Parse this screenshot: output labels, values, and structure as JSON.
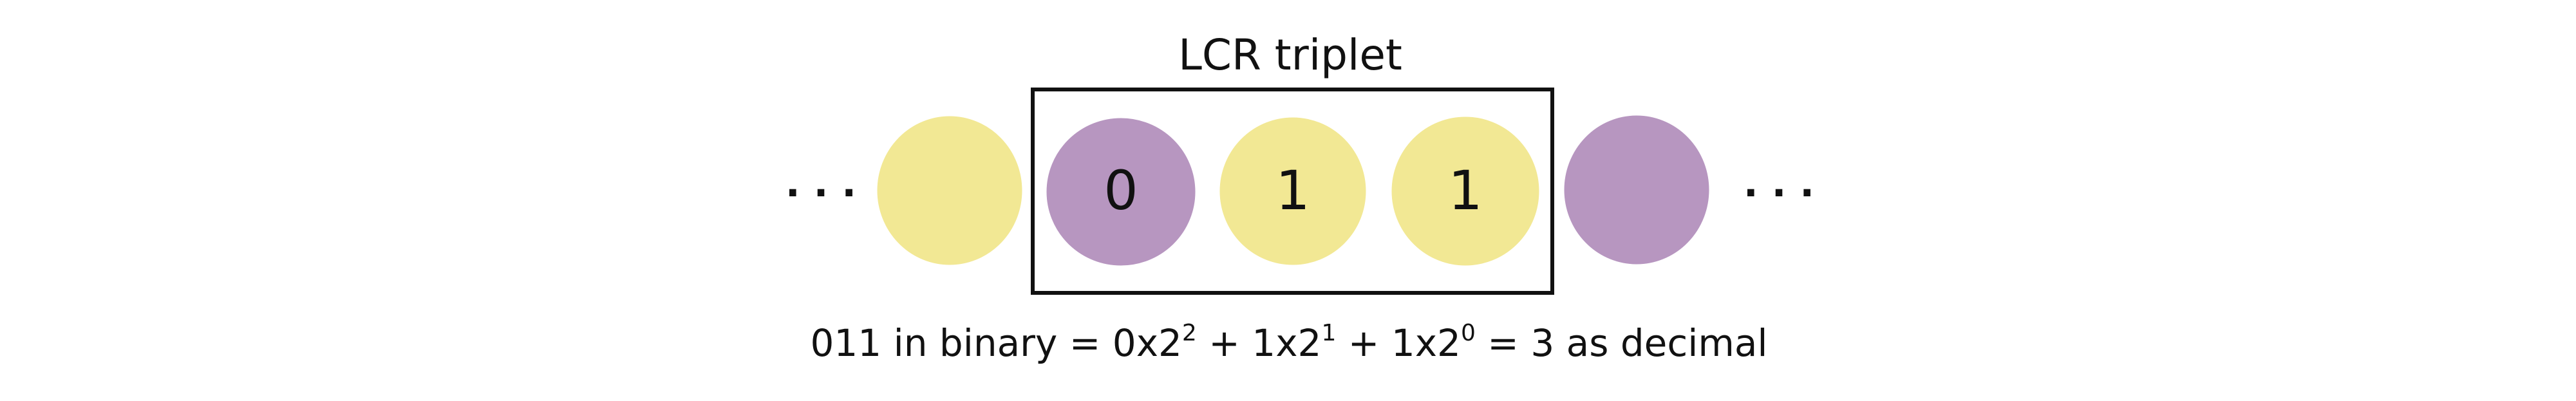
{
  "title": "LCR triplet",
  "ellipsis_left": ". . .",
  "ellipsis_right": ". . .",
  "cells": [
    {
      "state": "yellow",
      "label": ""
    },
    {
      "state": "purple",
      "label": "0"
    },
    {
      "state": "yellow",
      "label": "1"
    },
    {
      "state": "yellow",
      "label": "1"
    },
    {
      "state": "purple",
      "label": ""
    }
  ],
  "colors": {
    "purple": "#b796c0",
    "yellow": "#f2e894",
    "box": "#111111",
    "text": "#111111"
  },
  "equation": {
    "prefix": "011 in binary = 0x2",
    "exp1": "2",
    "mid1": " + 1x2",
    "exp2": "1",
    "mid2": " + 1x2",
    "exp3": "0",
    "suffix": " = 3 as decimal"
  }
}
